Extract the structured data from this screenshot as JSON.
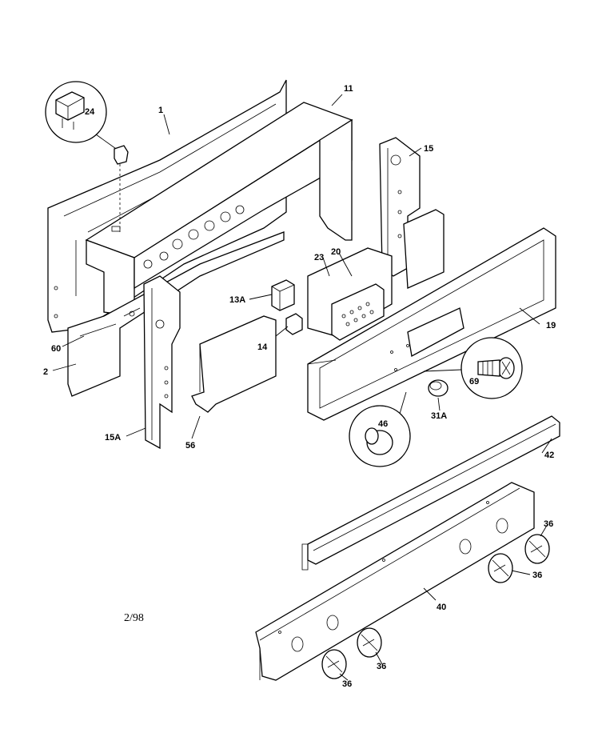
{
  "diagram": {
    "labels": {
      "p1": "1",
      "p2": "2",
      "p11": "11",
      "p13a": "13A",
      "p14": "14",
      "p15": "15",
      "p15a": "15A",
      "p19": "19",
      "p20": "20",
      "p23": "23",
      "p24": "24",
      "p31a": "31A",
      "p36a": "36",
      "p36b": "36",
      "p36c": "36",
      "p36d": "36",
      "p40": "40",
      "p42": "42",
      "p46": "46",
      "p56": "56",
      "p60": "60",
      "p69": "69"
    },
    "date_code": "2/98"
  }
}
